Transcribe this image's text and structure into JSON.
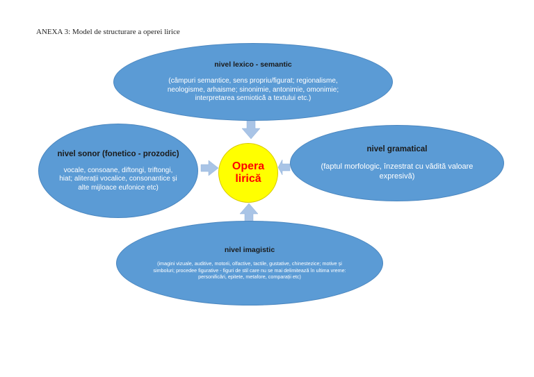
{
  "caption": "ANEXA 3: Model de structurare a operei lirice",
  "center": {
    "label": "Opera\nlirică"
  },
  "nodes": {
    "top": {
      "title": "nivel lexico - semantic",
      "desc": "(câmpuri semantice, sens propriu/figurat; regionalisme, neologisme, arhaisme; sinonimie, antonimie, omonimie; interpretarea semiotică a textului etc.)"
    },
    "left": {
      "title": "nivel sonor (fonetico - prozodic)",
      "desc": "vocale, consoane, diftongi, triftongi, hiat; aliterații vocalice, consonantice și alte mijloace eufonice etc)"
    },
    "right": {
      "title": "nivel gramatical",
      "desc": "(faptul morfologic, înzestrat cu vădită valoare expresivă)"
    },
    "bottom": {
      "title": "nivel imagistic",
      "desc": "(imagini vizuale, auditive, motorii, olfactive, tactile, gustative, chinestezice; motive și simboluri; procedee figurative - figuri de stil care nu se mai delimitează în ultima vreme: personificări, epitete, metafore, comparații etc)"
    }
  },
  "colors": {
    "ellipse_fill": "#5b9bd5",
    "arrow_fill": "#a9c4e6",
    "center_fill": "#ffff00",
    "center_text": "#ff0000"
  }
}
